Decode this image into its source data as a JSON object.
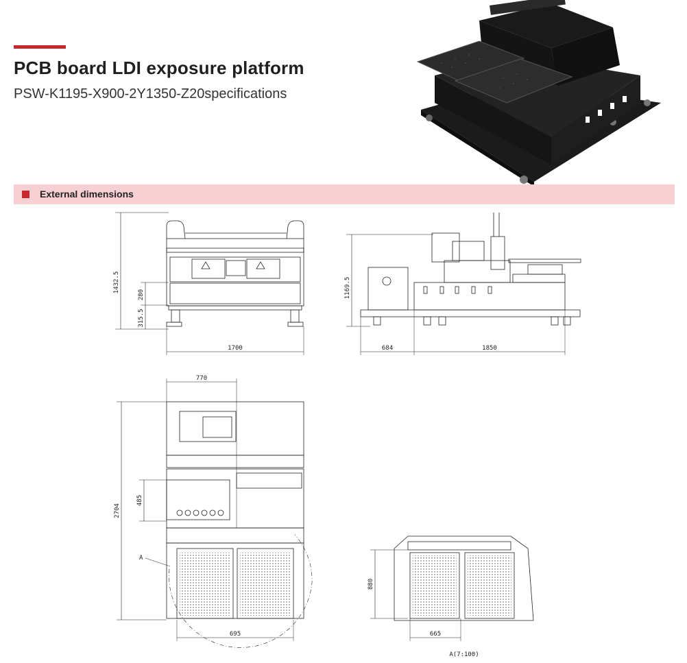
{
  "header": {
    "title": "PCB board LDI exposure platform",
    "subtitle": "PSW-K1195-X900-2Y1350-Z20specifications"
  },
  "section": {
    "label": "External dimensions"
  },
  "colors": {
    "accent": "#c8282d",
    "section_bg": "#f7d0d3"
  },
  "front_view": {
    "height_total": "1432.5",
    "dim_280": "280",
    "dim_315": "315.5",
    "width": "1700"
  },
  "side_view": {
    "height": "1169.5",
    "dim_684": "684",
    "dim_1850": "1850"
  },
  "top_view": {
    "width_770": "770",
    "height_2704": "2704",
    "dim_485": "485",
    "dim_695": "695",
    "label_a": "A"
  },
  "detail_view": {
    "dim_880": "880",
    "dim_665": "665",
    "caption": "A(7:100)"
  }
}
